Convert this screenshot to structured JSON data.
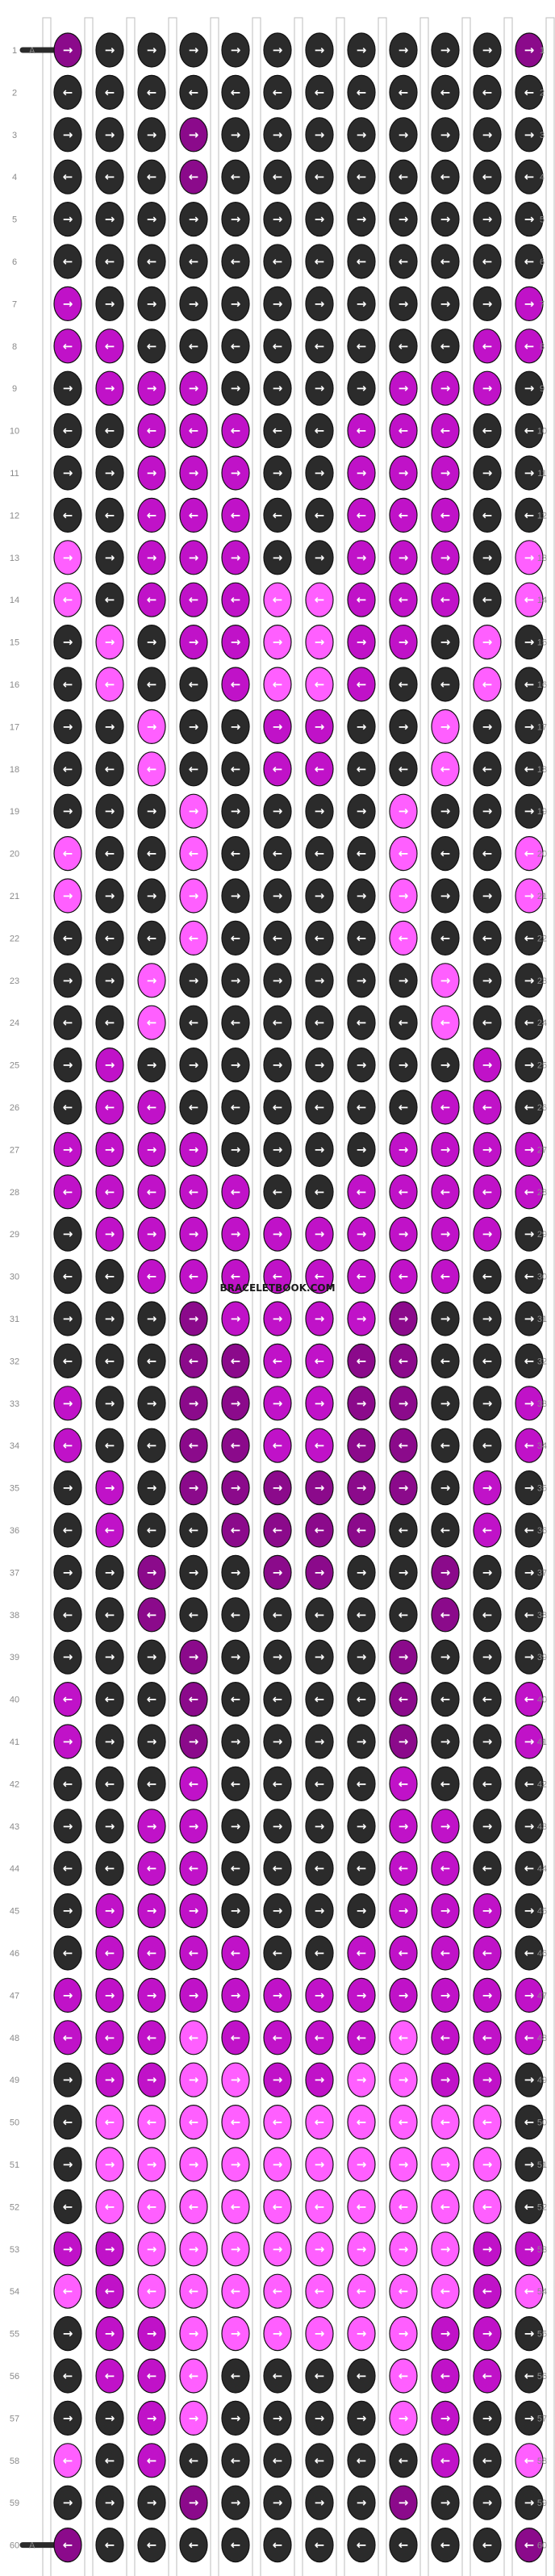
{
  "pattern": {
    "watermark": "BRACELETBOOK.COM",
    "string_count": 12,
    "row_count": 60,
    "colors": {
      "A": "#2b2b2b",
      "B": "#8b0a8b",
      "C": "#c012c8",
      "D": "#ff5fff"
    },
    "start_label_left": "A",
    "end_label_left": "A",
    "rows": [
      "BAAAAAAAAAAB",
      "AAAAAAAAAAAA",
      "AAABAAAAAAAA",
      "AAABAAAAAAAA",
      "AAAAAAAAAAAA",
      "AAAAAAAAAAAA",
      "CAAAAAAAAAAC",
      "CCAAAAAAAACC",
      "ACCCAAAACCCA",
      "AACCCAACCCAA",
      "AACCCAACCCAA",
      "AACCCAACCCAA",
      "DACCCAACCCAD",
      "DACCCDDCCCAD",
      "ADACCDDCCADA",
      "ADAACDDCAADA",
      "AADAACCAADAA",
      "AADAACCAADAA",
      "AAADAAAADAAA",
      "DAADAAAADAAD",
      "DAADAAAADAAD",
      "AAADAAAADAAA",
      "AADAAAAAADAA",
      "AADAAAAAADAA",
      "ACAAAAAAAACA",
      "ACCAAAAAACCA",
      "CCCCAAAACCCC",
      "CCCCCAACCCCC",
      "ACCCCCCCCCCA",
      "AACCCCCCCCAA",
      "AAABCCCCBAAA",
      "AAABBCCBBAAA",
      "CAABBCCBBAAC",
      "CAABBCCBBAAC",
      "ACABBBBBBACA",
      "ACAABBBBAACA",
      "AABAABBAABAA",
      "AABAAAAAABAA",
      "AAABAAAABAAA",
      "CAABAAAABAAC",
      "CAABAAAABAAC",
      "AAACAAAACAAA",
      "AACCAAAACCAA",
      "AACCAAAACCAA",
      "ACCCAAAACCCA",
      "ACCCCAACCCCA",
      "CCCCCCCCCCCC",
      "CCCDCCCCDCCC",
      "ACCDDCCDDCCA",
      "ADDDDDDDDDDA",
      "ADDDDDDDDDDA",
      "ADDDDDDDDDDA",
      "CCDDDDDDDDCC",
      "DCDDDDDDDDCD",
      "ACCDDDDDDCCA",
      "ACCDAAAADCCA",
      "AACDAAAADCAA",
      "DACAAAAAACAD",
      "AAABAAAABAAA",
      "BAAAAAAAAAAB"
    ]
  }
}
